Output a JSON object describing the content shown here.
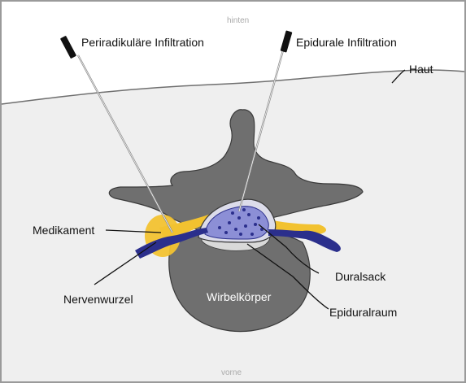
{
  "orientation": {
    "top": "hinten",
    "bottom": "vorne"
  },
  "labels": {
    "periradicular": "Periradikuläre Infiltration",
    "epidural": "Epidurale Infiltration",
    "skin": "Haut",
    "medication": "Medikament",
    "nerve_root": "Nervenwurzel",
    "dural_sac": "Duralsack",
    "vertebral_body": "Wirbelkörper",
    "epidural_space": "Epiduralraum"
  },
  "colors": {
    "border": "#9a9a9a",
    "tissue": "#efefef",
    "bone": "#6f6f6f",
    "bone_outline": "#3a3a3a",
    "medication": "#f2c230",
    "nerve": "#2b2f8c",
    "dural_sac": "#8c8fd6",
    "needle": "#8a8a8a",
    "leader": "#111111"
  },
  "icons": {
    "needle_left": "needle-icon",
    "needle_right": "needle-icon"
  }
}
